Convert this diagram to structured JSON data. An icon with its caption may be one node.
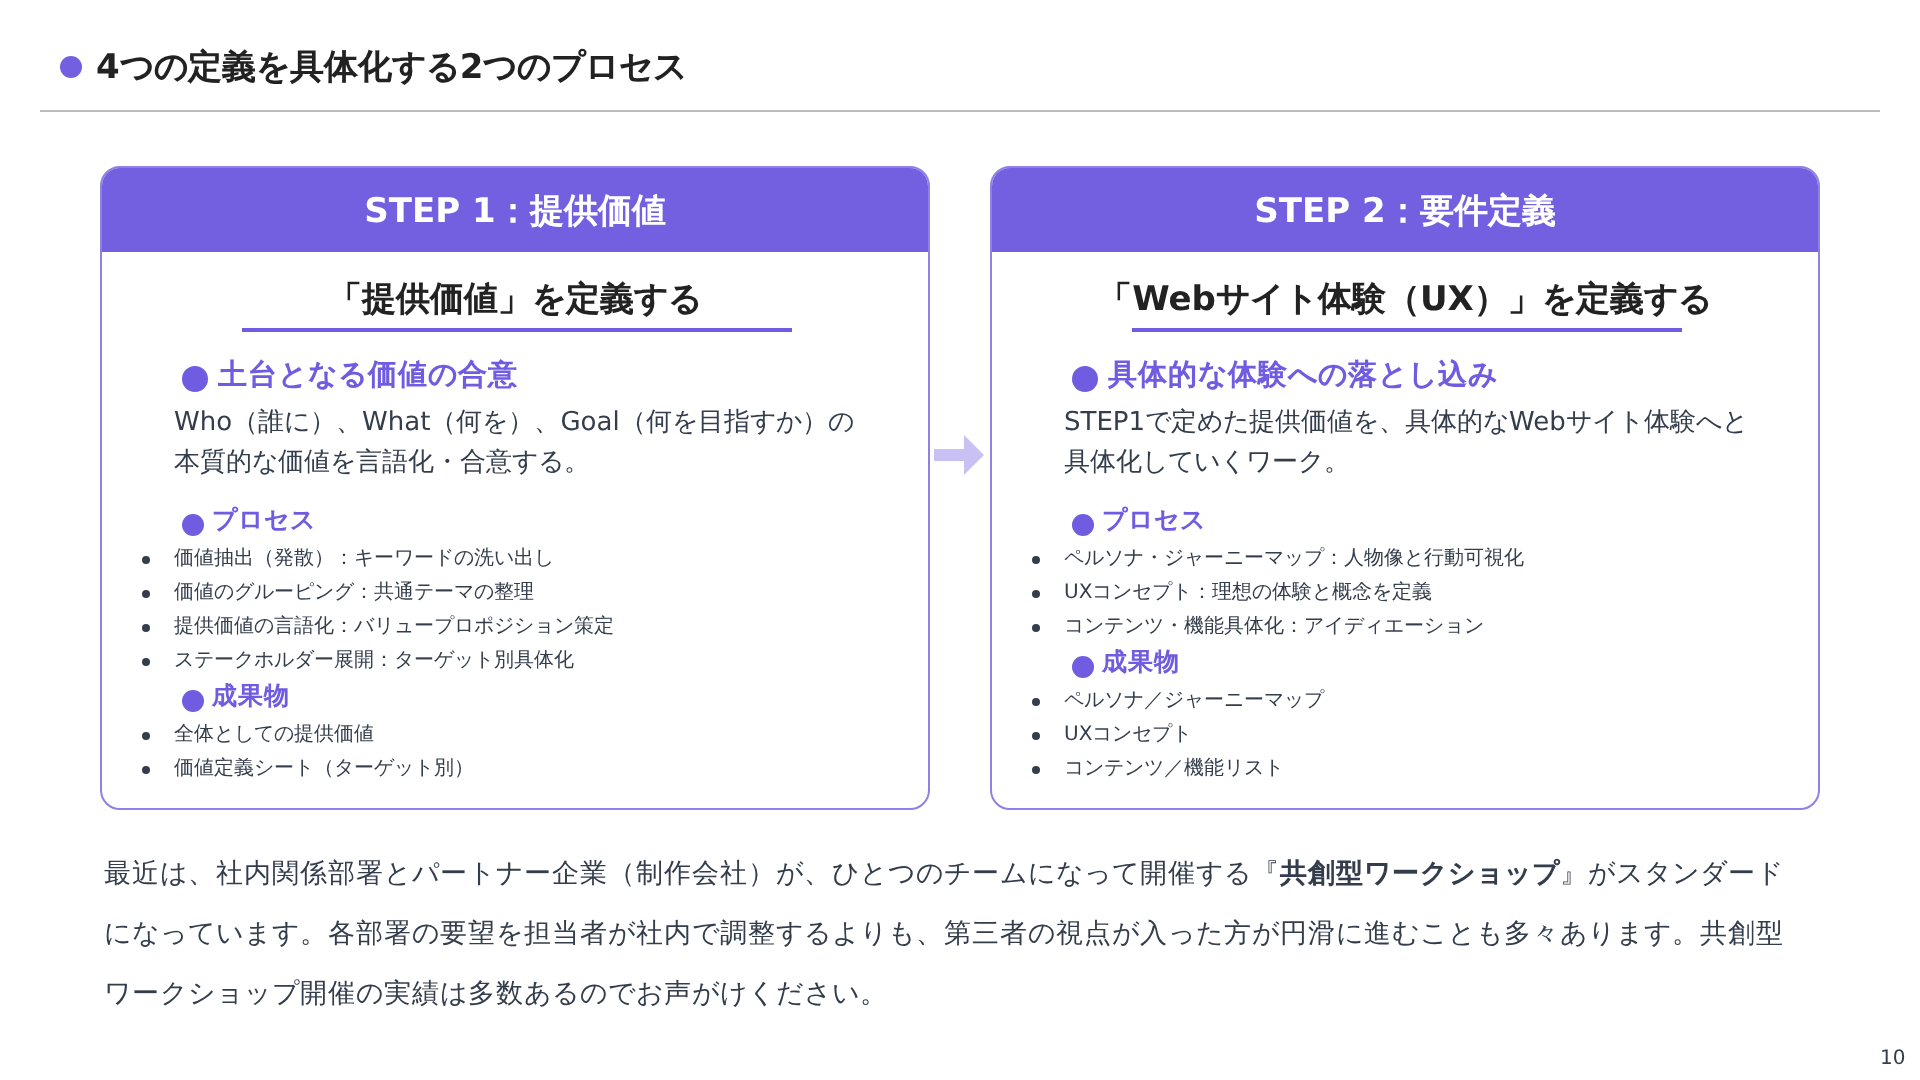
{
  "diagram": {
    "title": "4つの定義を具体化する2つのプロセス",
    "nodes": [
      {
        "text": [
          "STEP 1：提供価値",
          "「提供価値」を定義する",
          "土台となる価値の合意",
          "Who（誰に）、What（何を）、Goal（何を目指すか）の本質的な価値を言語化・合意する。",
          "プロセス",
          "価値抽出（発散）：キーワードの洗い出し",
          "価値のグルーピング：共通テーマの整理",
          "提供価値の言語化：バリュープロポジション策定",
          "ステークホルダー展開：ターゲット別具体化",
          "成果物",
          "全体としての提供価値",
          "価値定義シート（ターゲット別）"
        ]
      },
      {
        "text": [
          "STEP 2：要件定義",
          "「Webサイト体験（UX）」を定義する",
          "具体的な体験への落とし込み",
          "STEP1で定めた提供価値を、具体的なWebサイト体験へと具体化していくワーク。",
          "プロセス",
          "ペルソナ・ジャーニーマップ：人物像と行動可視化",
          "UXコンセプト：理想の体験と概念を定義",
          "コンテンツ・機能具体化：アイディエーション",
          "成果物",
          "ペルソナ／ジャーニーマップ",
          "UXコンセプト",
          "コンテンツ／機能リスト"
        ]
      }
    ],
    "edges": [
      {
        "from": 0,
        "to": 1,
        "arrow": "to"
      }
    ],
    "labels": [
      "最近は、社内関係部署とパートナー企業（制作会社）が、ひとつのチームになって開催する『**共創型ワークショップ**』がスタンダードになっています。各部署の要望を担当者が社内で調整するよりも、第三者の視点が入った方が円滑に進むことも多々あります。共創型ワークショップ開催の実績は多数あるのでお声がけください。",
      "10"
    ]
  }
}
